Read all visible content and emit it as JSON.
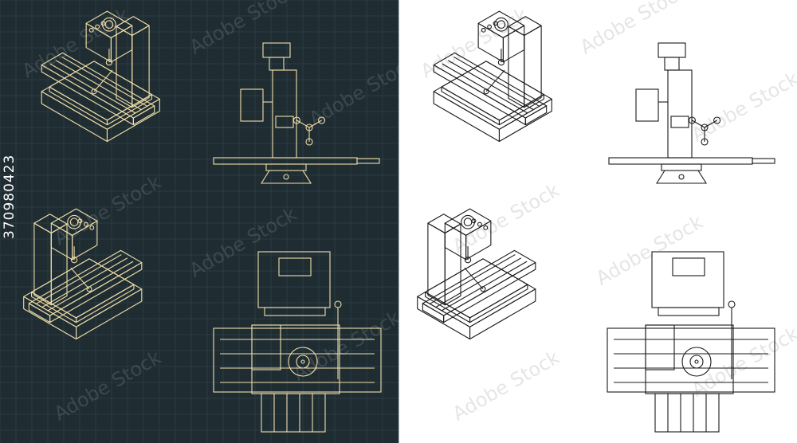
{
  "stock_id": "370980423",
  "watermark": "Adobe Stock",
  "colors": {
    "dark_bg": "#1f2d33",
    "grid": "#2d3f47",
    "cream_line": "#f2dfa8",
    "light_bg": "#ffffff",
    "black_line": "#1a1a1a"
  },
  "panels": {
    "dark": {
      "views": [
        "isometric-front",
        "side-elevation",
        "isometric-rear",
        "top-plan"
      ]
    },
    "light": {
      "views": [
        "isometric-front",
        "side-elevation",
        "isometric-rear",
        "top-plan"
      ]
    }
  }
}
